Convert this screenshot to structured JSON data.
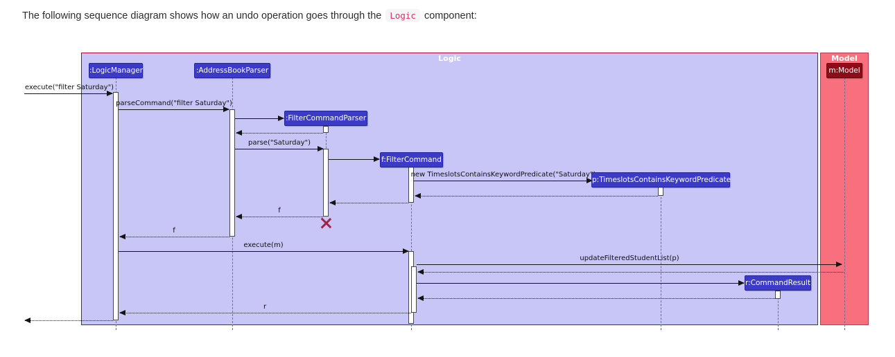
{
  "page": {
    "intro_before": "The following sequence diagram shows how an undo operation goes through the",
    "intro_code": "Logic",
    "intro_after": "component:"
  },
  "diagram": {
    "type": "uml-sequence-diagram",
    "frames": [
      {
        "label": "Logic",
        "fill": "#c8c6f7"
      },
      {
        "label": "Model",
        "fill": "#f8707e"
      }
    ],
    "participants": [
      {
        "label": ":LogicManager",
        "frame": "Logic"
      },
      {
        "label": ":AddressBookParser",
        "frame": "Logic"
      },
      {
        "label": ":FilterCommandParser",
        "frame": "Logic",
        "created": true,
        "destroyed": true
      },
      {
        "label": "f:FilterCommand",
        "frame": "Logic",
        "created": true
      },
      {
        "label": "p:TimeslotsContainsKeywordPredicate",
        "frame": "Logic",
        "created": true
      },
      {
        "label": "r:CommandResult",
        "frame": "Logic",
        "created": true
      },
      {
        "label": "m:Model",
        "frame": "Model"
      }
    ],
    "messages": [
      {
        "from": "caller",
        "to": ":LogicManager",
        "label": "execute(\"filter Saturday\")",
        "kind": "call"
      },
      {
        "from": ":LogicManager",
        "to": ":AddressBookParser",
        "label": "parseCommand(\"filter Saturday\")",
        "kind": "call"
      },
      {
        "from": ":AddressBookParser",
        "to": ":FilterCommandParser",
        "label": "",
        "kind": "create"
      },
      {
        "from": ":FilterCommandParser",
        "to": ":AddressBookParser",
        "label": "",
        "kind": "return"
      },
      {
        "from": ":AddressBookParser",
        "to": ":FilterCommandParser",
        "label": "parse(\"Saturday\")",
        "kind": "call"
      },
      {
        "from": ":FilterCommandParser",
        "to": "f:FilterCommand",
        "label": "",
        "kind": "create"
      },
      {
        "from": "f:FilterCommand",
        "to": "p:TimeslotsContainsKeywordPredicate",
        "label": "new TimeslotsContainsKeywordPredicate(\"Saturday\")",
        "kind": "create"
      },
      {
        "from": "p:TimeslotsContainsKeywordPredicate",
        "to": "f:FilterCommand",
        "label": "",
        "kind": "return"
      },
      {
        "from": "f:FilterCommand",
        "to": ":FilterCommandParser",
        "label": "",
        "kind": "return"
      },
      {
        "from": ":FilterCommandParser",
        "to": ":AddressBookParser",
        "label": "f",
        "kind": "return"
      },
      {
        "from": ":AddressBookParser",
        "to": ":LogicManager",
        "label": "f",
        "kind": "return"
      },
      {
        "from": ":LogicManager",
        "to": "f:FilterCommand",
        "label": "execute(m)",
        "kind": "call"
      },
      {
        "from": "f:FilterCommand",
        "to": "m:Model",
        "label": "updateFilteredStudentList(p)",
        "kind": "call"
      },
      {
        "from": "m:Model",
        "to": "f:FilterCommand",
        "label": "",
        "kind": "return"
      },
      {
        "from": "f:FilterCommand",
        "to": "r:CommandResult",
        "label": "",
        "kind": "create"
      },
      {
        "from": "r:CommandResult",
        "to": "f:FilterCommand",
        "label": "",
        "kind": "return"
      },
      {
        "from": "f:FilterCommand",
        "to": ":LogicManager",
        "label": "r",
        "kind": "return"
      },
      {
        "from": ":LogicManager",
        "to": "caller",
        "label": "",
        "kind": "return"
      }
    ],
    "colors": {
      "logic_frame_fill": "#c8c6f7",
      "model_frame_fill": "#f8707e",
      "participant_fill": "#3b3bc8",
      "model_participant_fill": "#8b0d17",
      "destroy_marker": "#a02448",
      "inline_code_text": "#d6336c"
    }
  }
}
